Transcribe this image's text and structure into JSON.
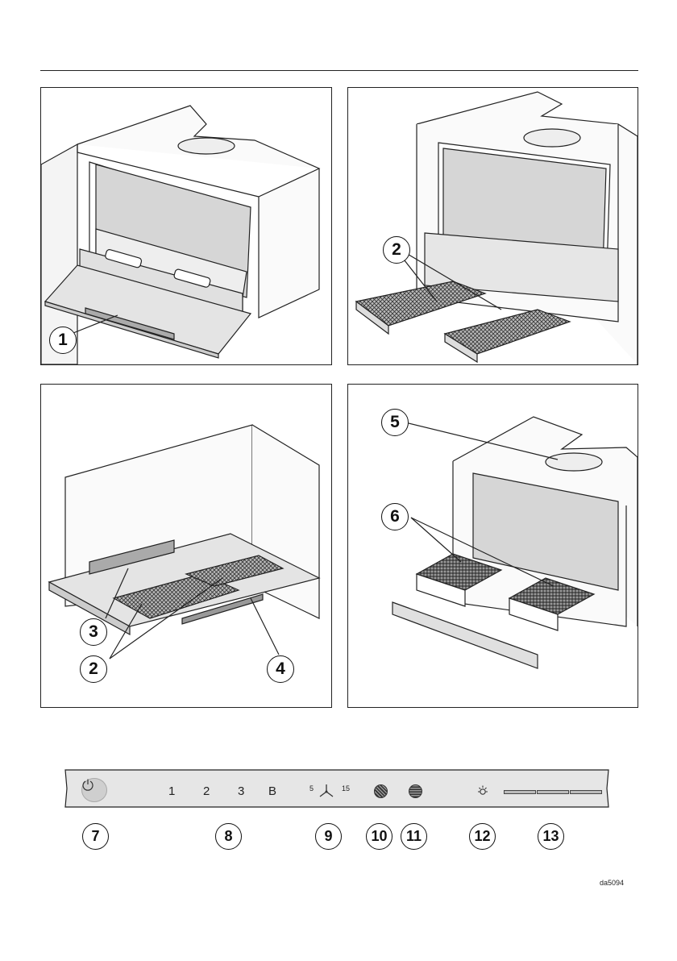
{
  "figures": [
    {
      "id": "fig-1",
      "callouts": [
        "1"
      ]
    },
    {
      "id": "fig-2",
      "callouts": [
        "2"
      ]
    },
    {
      "id": "fig-3",
      "callouts": [
        "3",
        "2",
        "4"
      ]
    },
    {
      "id": "fig-4",
      "callouts": [
        "5",
        "6"
      ]
    }
  ],
  "control_panel": {
    "buttons": {
      "speed1": "1",
      "speed2": "2",
      "speed3": "3",
      "boost": "B"
    },
    "fan_runon": {
      "min": "5",
      "max": "15"
    },
    "callouts": [
      "7",
      "8",
      "9",
      "10",
      "11",
      "12",
      "13"
    ]
  },
  "icons": [
    "power-icon",
    "fan-icon",
    "grease-filter-icon",
    "odour-filter-icon",
    "light-icon"
  ],
  "figure_code": "da5094"
}
